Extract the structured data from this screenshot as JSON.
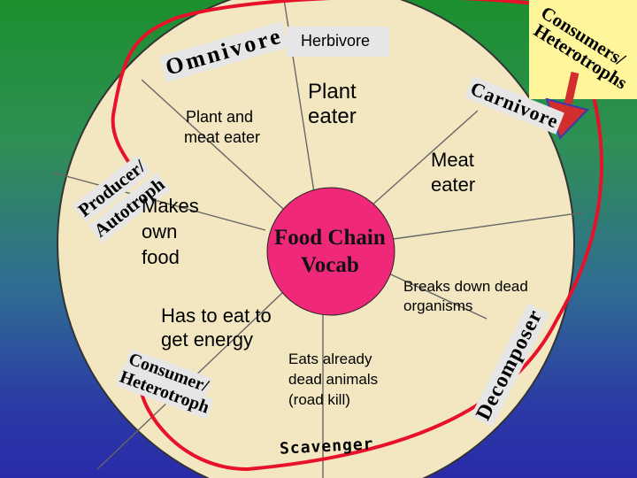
{
  "center": {
    "line1": "Food Chain",
    "line2": "Vocab"
  },
  "segments": {
    "herbivore": {
      "term": "Herbivore",
      "definition_line1": "Plant",
      "definition_line2": "eater"
    },
    "omnivore": {
      "term": "Omnivore",
      "definition_line1": "Plant and",
      "definition_line2": "meat eater"
    },
    "carnivore": {
      "term": "Carnivore",
      "definition_line1": "Meat",
      "definition_line2": "eater"
    },
    "producer": {
      "term_line1": "Producer/",
      "term_line2": "Autotroph",
      "definition_line1": "Makes",
      "definition_line2": "own",
      "definition_line3": "food"
    },
    "consumer": {
      "term_line1": "Consumer/",
      "term_line2": "Heterotroph",
      "definition_line1": "Has to eat to",
      "definition_line2": "get energy"
    },
    "decomposer": {
      "term": "Decomposer",
      "definition_line1": "Breaks down dead",
      "definition_line2": "organisms"
    },
    "scavenger": {
      "term": "Scavenger",
      "definition_line1": "Eats already",
      "definition_line2": "dead animals",
      "definition_line3": "(road kill)"
    }
  },
  "callout": {
    "term_line1": "Consumers/",
    "term_line2": "Heterotrophs"
  },
  "colors": {
    "wheel_fill": "#f3e7c2",
    "center_fill": "#f0287a",
    "bracket": "#e8112a",
    "term_box": "#e6e6e6",
    "callout_box": "#fff59a"
  }
}
